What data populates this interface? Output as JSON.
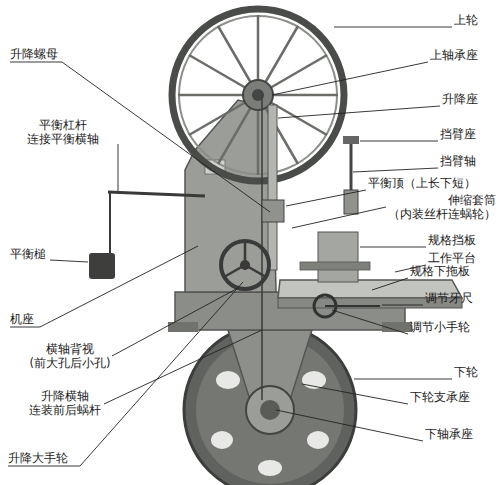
{
  "diagram": {
    "labels": [
      "升降螺母",
      "平衡杠杆 连接平衡横轴",
      "平衡槌",
      "机座",
      "横轴背视 (前大孔后小孔)",
      "升降横轴 连装前后蜗杆",
      "升降大手轮",
      "上轮",
      "上轴承座",
      "升降座",
      "挡臂座",
      "挡臂轴",
      "平衡顶（上长下短）",
      "伸缩套筒 （内装丝杆连蜗轮）",
      "规格挡板",
      "工作平台",
      "规格下拖板",
      "调节牙尺",
      "调节小手轮",
      "下轮",
      "下轮支承座",
      "下轴承座"
    ]
  }
}
